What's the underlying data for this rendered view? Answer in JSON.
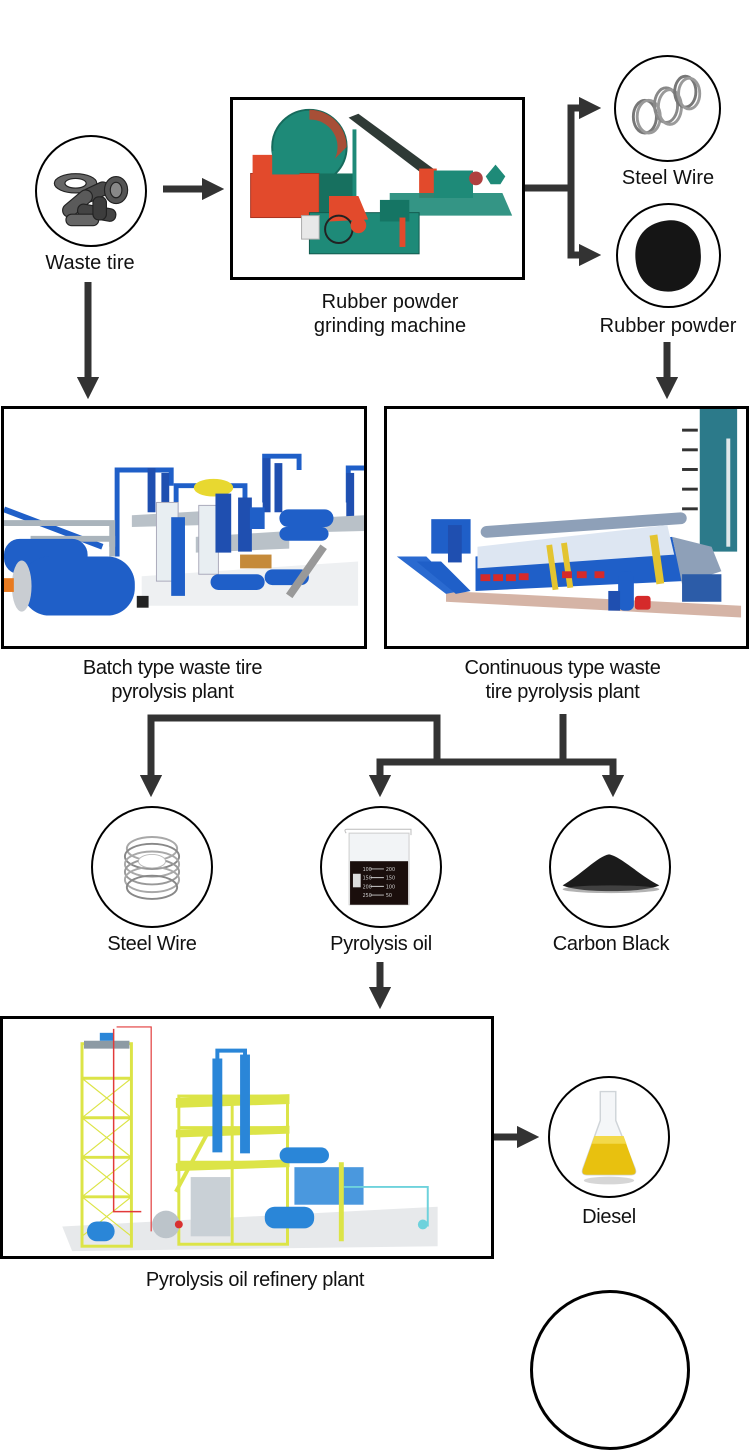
{
  "diagram": {
    "type": "process-flow",
    "title": "",
    "colors": {
      "arrow": "#333333",
      "border": "#000000",
      "machine_green": "#1e8a78",
      "machine_red": "#e24a2c",
      "plant_blue": "#1f5fc8",
      "scaffold_yellow": "#e3e84a",
      "diesel_yellow": "#e8c10f"
    },
    "nodes": {
      "waste_tire": {
        "label": "Waste tire",
        "icon": "tire-pile-icon"
      },
      "grinding_machine": {
        "label_line1": "Rubber powder",
        "label_line2": "grinding machine",
        "icon": "grinding-machine-image"
      },
      "steel_wire_top": {
        "label": "Steel Wire",
        "icon": "steel-wire-coil-icon"
      },
      "rubber_powder": {
        "label": "Rubber powder",
        "icon": "rubber-powder-icon"
      },
      "batch_plant": {
        "label_line1": "Batch type waste tire",
        "label_line2": "pyrolysis plant",
        "icon": "batch-pyrolysis-plant-image"
      },
      "continuous_plant": {
        "label_line1": "Continuous type waste",
        "label_line2": "tire pyrolysis plant",
        "icon": "continuous-pyrolysis-plant-image"
      },
      "steel_wire_bottom": {
        "label": "Steel Wire",
        "icon": "steel-wire-coil-icon"
      },
      "pyrolysis_oil": {
        "label": "Pyrolysis oil",
        "icon": "oil-beaker-icon"
      },
      "carbon_black": {
        "label": "Carbon Black",
        "icon": "carbon-black-pile-icon"
      },
      "refinery_plant": {
        "label": "Pyrolysis oil refinery plant",
        "icon": "refinery-plant-image"
      },
      "diesel": {
        "label": "Diesel",
        "icon": "diesel-flask-icon"
      }
    },
    "beaker_marks": [
      "100",
      "150",
      "200",
      "250"
    ],
    "beaker_marks_right": [
      "200",
      "150",
      "100",
      "50"
    ],
    "edges": [
      {
        "from": "waste_tire",
        "to": "grinding_machine"
      },
      {
        "from": "grinding_machine",
        "to": "steel_wire_top"
      },
      {
        "from": "grinding_machine",
        "to": "rubber_powder"
      },
      {
        "from": "waste_tire",
        "to": "batch_plant"
      },
      {
        "from": "rubber_powder",
        "to": "continuous_plant"
      },
      {
        "from": "batch_plant",
        "to": "steel_wire_bottom"
      },
      {
        "from": "batch_plant",
        "to": "pyrolysis_oil"
      },
      {
        "from": "batch_plant",
        "to": "carbon_black"
      },
      {
        "from": "continuous_plant",
        "to": "pyrolysis_oil"
      },
      {
        "from": "continuous_plant",
        "to": "carbon_black"
      },
      {
        "from": "pyrolysis_oil",
        "to": "refinery_plant"
      },
      {
        "from": "refinery_plant",
        "to": "diesel"
      }
    ]
  }
}
